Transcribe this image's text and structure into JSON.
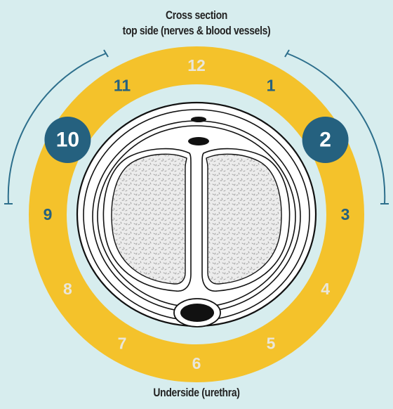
{
  "header": {
    "line1": "Cross section",
    "line2": "top side (nerves & blood vessels)"
  },
  "footer": {
    "label": "Underside (urethra)"
  },
  "clock": {
    "positions": [
      "12",
      "1",
      "2",
      "3",
      "4",
      "5",
      "6",
      "7",
      "8",
      "9",
      "10",
      "11"
    ],
    "highlighted": [
      "10",
      "2"
    ],
    "emphasized": [
      "11",
      "1",
      "9",
      "3"
    ]
  },
  "colors": {
    "background": "#d7edee",
    "ring": "#f4c22b",
    "highlight": "#25617f",
    "bracket": "#2d6f8c",
    "muted_number": "#e9e6da",
    "dark_number": "#25617f"
  }
}
